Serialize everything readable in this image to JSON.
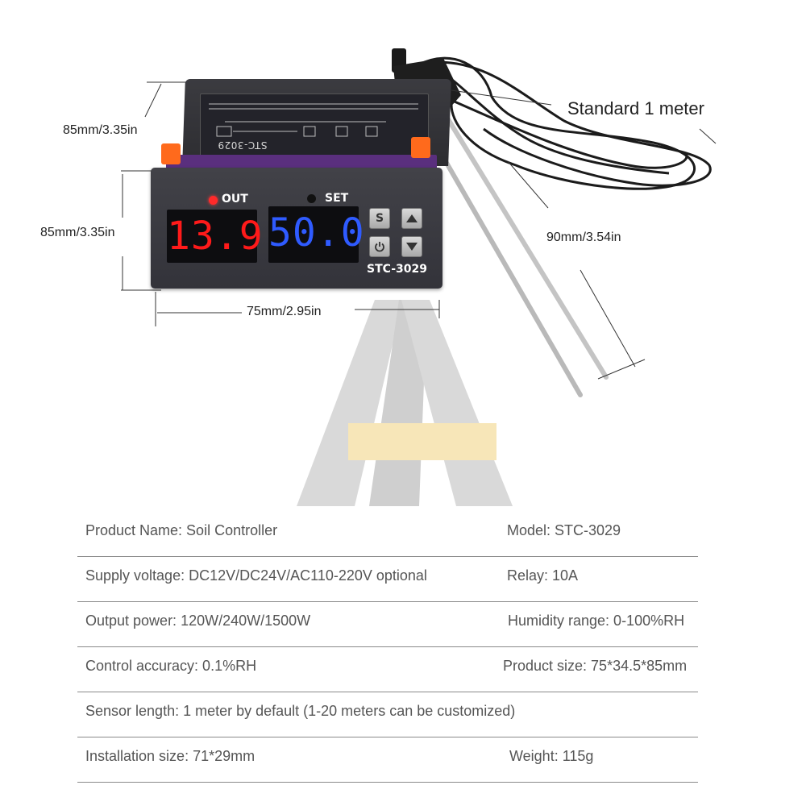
{
  "device": {
    "top_label_text": "STC-3029",
    "out_label": "OUT",
    "set_label": "SET",
    "display_out": "13.9",
    "display_set": "50.0",
    "s_button_label": "S",
    "model_label": "STC-3029",
    "colors": {
      "out_display": "#ff1a1a",
      "set_display": "#2f5bff",
      "clip": "#ff6a1c",
      "strip": "#5a2f7e"
    }
  },
  "dimensions": {
    "depth": "85mm/3.35in",
    "height": "85mm/3.35in",
    "width": "75mm/2.95in",
    "probe_length": "90mm/3.54in",
    "cable": "Standard 1 meter"
  },
  "specs": [
    {
      "left": "Product Name: Soil Controller",
      "right": "Model: STC-3029"
    },
    {
      "left": "Supply voltage: DC12V/DC24V/AC110-220V optional",
      "right": "Relay: 10A"
    },
    {
      "left": "Output power: 120W/240W/1500W",
      "right": "Humidity range: 0-100%RH"
    },
    {
      "left": "Control accuracy: 0.1%RH",
      "right": "Product size: 75*34.5*85mm"
    },
    {
      "left": "Sensor length: 1 meter by default (1-20 meters can be customized)",
      "right": ""
    },
    {
      "left": "Installation size: 71*29mm",
      "right": "Weight: 115g"
    }
  ]
}
